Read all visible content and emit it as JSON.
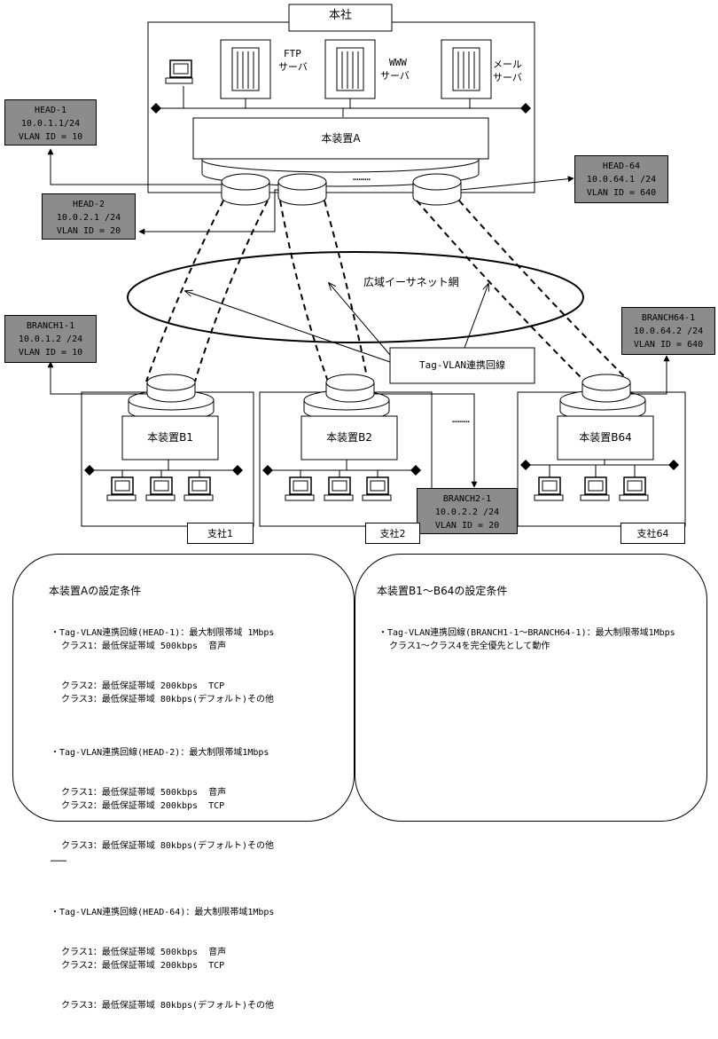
{
  "hq": {
    "title": "本社",
    "ftp_server": [
      "FTP",
      "サーバ"
    ],
    "www_server": [
      "WWW",
      "サーバ"
    ],
    "mail_server": [
      "メール",
      "サーバ"
    ],
    "device_a": "本装置A",
    "dots": "………"
  },
  "wan": {
    "label": "広域イーサネット網"
  },
  "tag_vlan_label": "Tag-VLAN連携回線",
  "heads": [
    {
      "name": "HEAD-1",
      "ip": "10.0.1.1/24",
      "vlan": "VLAN ID = 10"
    },
    {
      "name": "HEAD-2",
      "ip": "10.0.2.1 /24",
      "vlan": "VLAN ID = 20"
    },
    {
      "name": "HEAD-64",
      "ip": "10.0.64.1 /24",
      "vlan": "VLAN ID = 640"
    }
  ],
  "branches": [
    {
      "name": "BRANCH1-1",
      "ip": "10.0.1.2 /24",
      "vlan": "VLAN ID = 10"
    },
    {
      "name": "BRANCH2-1",
      "ip": "10.0.2.2 /24",
      "vlan": "VLAN ID = 20"
    },
    {
      "name": "BRANCH64-1",
      "ip": "10.0.64.2 /24",
      "vlan": "VLAN ID = 640"
    }
  ],
  "sites": [
    {
      "device": "本装置B1",
      "office": "支社1"
    },
    {
      "device": "本装置B2",
      "office": "支社2"
    },
    {
      "device": "本装置B64",
      "office": "支社64"
    }
  ],
  "branch_dots": "………",
  "conditions_a": {
    "title": "本装置Aの設定条件",
    "lines": [
      "・Tag-VLAN連携回線(HEAD-1)：最大制限帯域 1Mbps",
      "  クラス1：最低保証帯域 500kbps  音声",
      "  クラス2：最低保証帯域 200kbps  TCP",
      "  クラス3：最低保証帯域 80kbps(デフォルト)その他",
      "",
      "・Tag-VLAN連携回線(HEAD-2)：最大制限帯域1Mbps",
      "  クラス1：最低保証帯域 500kbps  音声",
      "  クラス2：最低保証帯域 200kbps  TCP",
      "  クラス3：最低保証帯域 80kbps(デフォルト)その他",
      "………",
      "",
      "・Tag-VLAN連携回線(HEAD-64)：最大制限帯域1Mbps",
      "  クラス1：最低保証帯域 500kbps  音声",
      "  クラス2：最低保証帯域 200kbps  TCP",
      "  クラス3：最低保証帯域 80kbps(デフォルト)その他"
    ]
  },
  "conditions_b": {
    "title": "本装置B1～B64の設定条件",
    "lines": [
      "・Tag-VLAN連携回線(BRANCH1-1～BRANCH64-1)：最大制限帯域1Mbps",
      "  クラス1～クラス4を完全優先として動作"
    ]
  }
}
